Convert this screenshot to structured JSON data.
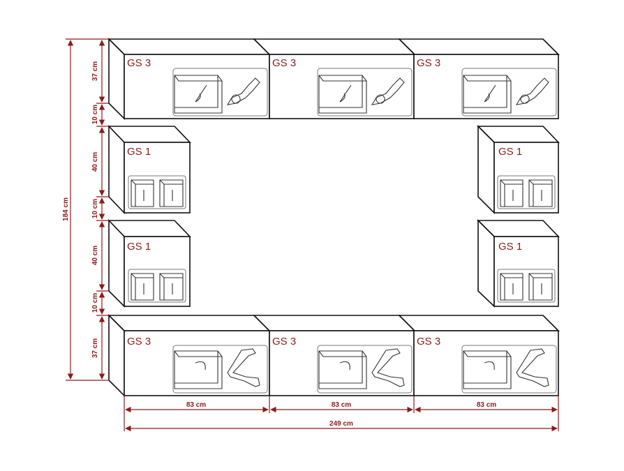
{
  "modules": {
    "top_left": "GS 3",
    "top_mid": "GS 3",
    "top_right": "GS 3",
    "left_upper": "GS 1",
    "left_lower": "GS 1",
    "right_upper": "GS 1",
    "right_lower": "GS 1",
    "bottom_left": "GS 3",
    "bottom_mid": "GS 3",
    "bottom_right": "GS 3"
  },
  "dimensions": {
    "total_height": "184 cm",
    "top_height": "37 cm",
    "gap1": "10 cm",
    "mid1_height": "40 cm",
    "gap2": "10 cm",
    "mid2_height": "40 cm",
    "gap3": "10 cm",
    "bottom_height": "37 cm",
    "width_left": "83 cm",
    "width_mid": "83 cm",
    "width_right": "83 cm",
    "total_width": "249 cm"
  },
  "colors": {
    "annotation": "#8b1a1a",
    "outline": "#111111"
  }
}
